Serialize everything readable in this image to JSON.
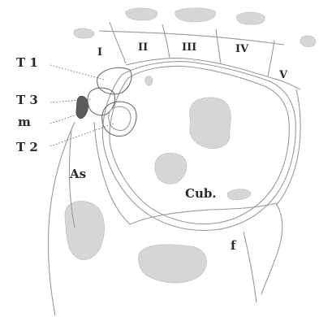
{
  "labels": {
    "metatarsal_1": "I",
    "metatarsal_2": "II",
    "metatarsal_3": "III",
    "metatarsal_4": "IV",
    "metatarsal_5": "V",
    "t1": "T 1",
    "t3": "T 3",
    "m": "m",
    "t2": "T 2",
    "as": "As",
    "cub": "Cub.",
    "f": "f"
  }
}
